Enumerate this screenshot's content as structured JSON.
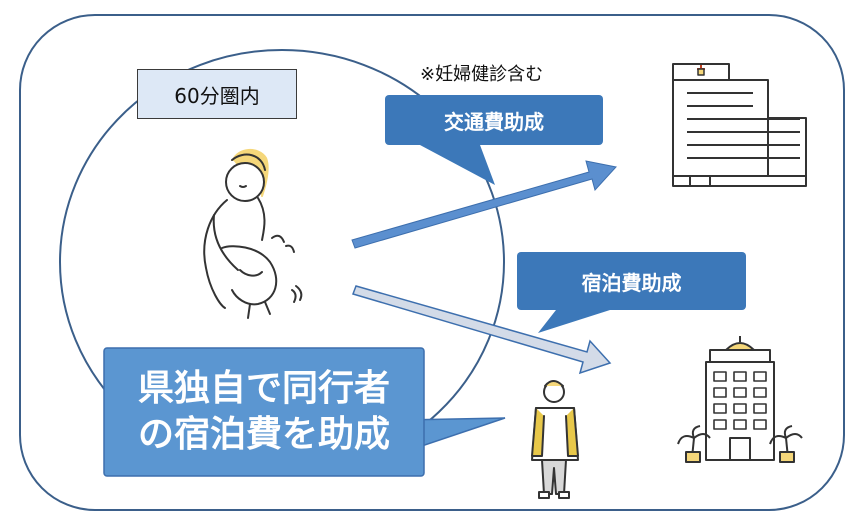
{
  "zone": {
    "label": "60分圏内"
  },
  "note": "※妊婦健診含む",
  "callouts": {
    "transport": "交通費助成",
    "lodging": "宿泊費助成",
    "companion": {
      "line1": "県独自で同行者",
      "line2": "の宿泊費を助成"
    }
  },
  "icons": [
    "pregnant-woman-icon",
    "hospital-icon",
    "hotel-icon",
    "companion-man-icon"
  ],
  "colors": {
    "callout_blue": "#3c78b9",
    "big_callout_blue": "#5b96d1",
    "arrow_transport": "#5b8fcf",
    "arrow_lodging": "#d3dbe8",
    "zone_fill": "#dde8f6",
    "frame_stroke": "#3b5f8a"
  }
}
